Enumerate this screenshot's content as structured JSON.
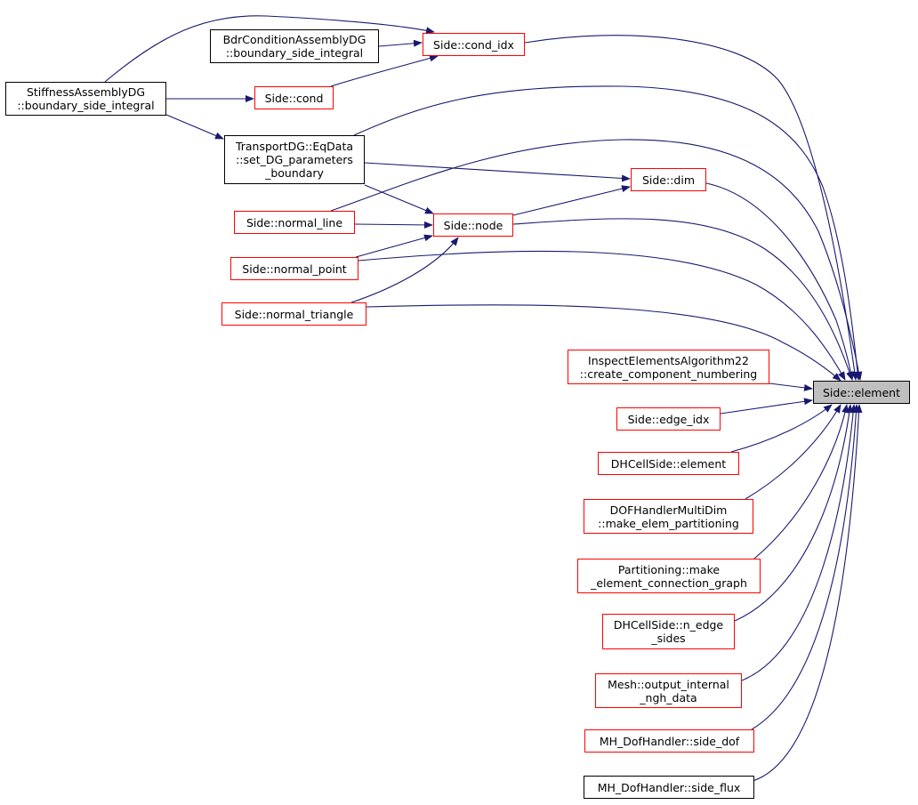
{
  "graph": {
    "type": "call-graph",
    "focus": "Side::element",
    "colors": {
      "edge": "#191970",
      "link_border": "#ff0000",
      "plain_border": "#000000",
      "focus_fill": "#bfbfbf"
    },
    "nodes": [
      {
        "id": "stiff",
        "lines": [
          "StiffnessAssemblyDG",
          "::boundary_side_integral"
        ]
      },
      {
        "id": "bdr",
        "lines": [
          "BdrConditionAssemblyDG",
          "::boundary_side_integral"
        ]
      },
      {
        "id": "cond_idx",
        "lines": [
          "Side::cond_idx"
        ]
      },
      {
        "id": "cond",
        "lines": [
          "Side::cond"
        ]
      },
      {
        "id": "transport",
        "lines": [
          "TransportDG::EqData",
          "::set_DG_parameters",
          "_boundary"
        ]
      },
      {
        "id": "dim",
        "lines": [
          "Side::dim"
        ]
      },
      {
        "id": "normal_line",
        "lines": [
          "Side::normal_line"
        ]
      },
      {
        "id": "node",
        "lines": [
          "Side::node"
        ]
      },
      {
        "id": "normal_point",
        "lines": [
          "Side::normal_point"
        ]
      },
      {
        "id": "normal_triangle",
        "lines": [
          "Side::normal_triangle"
        ]
      },
      {
        "id": "inspect",
        "lines": [
          "InspectElementsAlgorithm22",
          "::create_component_numbering"
        ]
      },
      {
        "id": "element",
        "lines": [
          "Side::element"
        ]
      },
      {
        "id": "edge_idx",
        "lines": [
          "Side::edge_idx"
        ]
      },
      {
        "id": "dh_element",
        "lines": [
          "DHCellSide::element"
        ]
      },
      {
        "id": "dof_part",
        "lines": [
          "DOFHandlerMultiDim",
          "::make_elem_partitioning"
        ]
      },
      {
        "id": "part_graph",
        "lines": [
          "Partitioning::make",
          "_element_connection_graph"
        ]
      },
      {
        "id": "n_edge",
        "lines": [
          "DHCellSide::n_edge",
          "_sides"
        ]
      },
      {
        "id": "mesh_out",
        "lines": [
          "Mesh::output_internal",
          "_ngh_data"
        ]
      },
      {
        "id": "side_dof",
        "lines": [
          "MH_DofHandler::side_dof"
        ]
      },
      {
        "id": "side_flux",
        "lines": [
          "MH_DofHandler::side_flux"
        ]
      }
    ],
    "edges": [
      [
        "stiff",
        "cond_idx"
      ],
      [
        "bdr",
        "cond_idx"
      ],
      [
        "cond",
        "cond_idx"
      ],
      [
        "stiff",
        "cond"
      ],
      [
        "stiff",
        "transport"
      ],
      [
        "cond_idx",
        "element"
      ],
      [
        "transport",
        "element"
      ],
      [
        "transport",
        "dim"
      ],
      [
        "transport",
        "node"
      ],
      [
        "normal_line",
        "element"
      ],
      [
        "normal_line",
        "node"
      ],
      [
        "node",
        "dim"
      ],
      [
        "node",
        "element"
      ],
      [
        "dim",
        "element"
      ],
      [
        "normal_point",
        "node"
      ],
      [
        "normal_point",
        "element"
      ],
      [
        "normal_triangle",
        "node"
      ],
      [
        "normal_triangle",
        "element"
      ],
      [
        "inspect",
        "element"
      ],
      [
        "edge_idx",
        "element"
      ],
      [
        "dh_element",
        "element"
      ],
      [
        "dof_part",
        "element"
      ],
      [
        "part_graph",
        "element"
      ],
      [
        "n_edge",
        "element"
      ],
      [
        "mesh_out",
        "element"
      ],
      [
        "side_dof",
        "element"
      ],
      [
        "side_flux",
        "element"
      ]
    ]
  }
}
